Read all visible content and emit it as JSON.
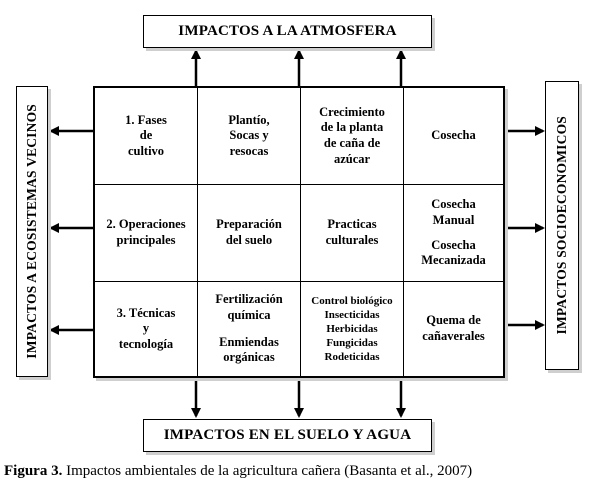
{
  "diagram": {
    "top_impact": "IMPACTOS A LA ATMOSFERA",
    "bottom_impact": "IMPACTOS EN EL SUELO Y AGUA",
    "left_impact": "IMPACTOS A ECOSISTEMAS VECINOS",
    "right_impact": "IMPACTOS SOCIOECONOMICOS",
    "rows": [
      {
        "header": [
          "1. Fases",
          "de",
          "cultivo"
        ],
        "cells": [
          [
            "Plantío,",
            "Socas y",
            "resocas"
          ],
          [
            "Crecimiento",
            "de la planta",
            "de caña de",
            "azúcar"
          ],
          [
            "Cosecha"
          ]
        ]
      },
      {
        "header": [
          "2. Operaciones",
          "principales"
        ],
        "cells": [
          [
            "Preparación",
            "del  suelo"
          ],
          [
            "Practicas",
            "culturales"
          ],
          {
            "groups": [
              [
                "Cosecha",
                "Manual"
              ],
              [
                "Cosecha",
                "Mecanizada"
              ]
            ]
          }
        ]
      },
      {
        "header": [
          "3. Técnicas",
          "y",
          "tecnología"
        ],
        "cells": [
          {
            "groups": [
              [
                "Fertilización",
                "química"
              ],
              [
                "Enmiendas",
                "orgánicas"
              ]
            ]
          },
          [
            "Control biológico",
            "Insecticidas",
            "Herbicidas",
            "Fungicidas",
            "Rodeticidas"
          ],
          [
            "Quema de",
            "cañaverales"
          ]
        ]
      }
    ]
  },
  "caption": {
    "label": "Figura 3.",
    "text": " Impactos ambientales de la agricultura cañera (Basanta et al., 2007)"
  }
}
